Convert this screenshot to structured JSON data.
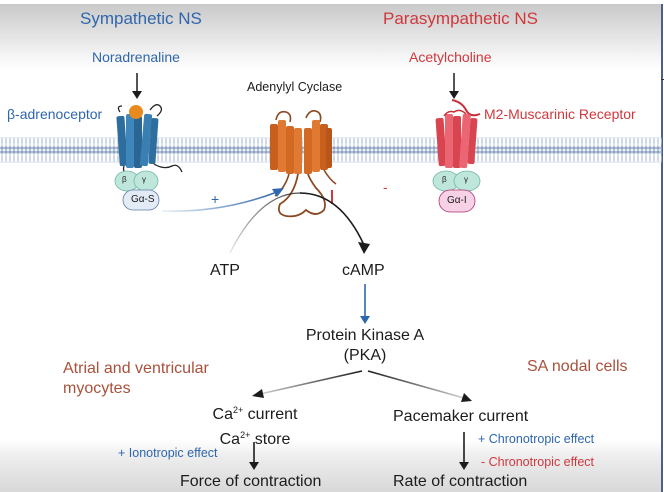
{
  "colors": {
    "sympathetic": "#2f66ad",
    "parasympathetic": "#d0383c",
    "cell_type": "#a9513b",
    "text": "#1c1c1c",
    "beta_receptor": "#2e6e9e",
    "adenylyl_cyclase": "#d9702a",
    "m2_receptor": "#e0555f",
    "g_protein_beta_gamma": "#bfe6da",
    "g_alpha_s": "#e3ebf7",
    "g_alpha_i": "#f7d2e6"
  },
  "header": {
    "sympathetic": "Sympathetic NS",
    "parasympathetic": "Parasympathetic NS"
  },
  "ligands": {
    "noradrenaline": "Noradrenaline",
    "acetylcholine": "Acetylcholine"
  },
  "receptors": {
    "beta": "β-adrenoceptor",
    "adenylyl_cyclase": "Adenylyl Cyclase",
    "m2": "M2-Muscarinic Receptor"
  },
  "g_proteins": {
    "beta": "β",
    "gamma": "γ",
    "alpha_s": "Gα-S",
    "alpha_i": "Gα-I"
  },
  "signs": {
    "stimulate": "+",
    "inhibit": "-"
  },
  "pathway": {
    "atp": "ATP",
    "camp": "cAMP",
    "pka_line1": "Protein Kinase A",
    "pka_line2": "(PKA)"
  },
  "left_branch": {
    "cell_type_line1": "Atrial and ventricular",
    "cell_type_line2": "myocytes",
    "ca_prefix": "Ca",
    "ca_sup": "2+",
    "ca_current": " current",
    "ca_store": " store",
    "effect": "+ Ionotropic effect",
    "outcome": "Force of contraction"
  },
  "right_branch": {
    "cell_type": "SA nodal cells",
    "target": "Pacemaker current",
    "effect_positive": "+ Chronotropic effect",
    "effect_negative": "- Chronotropic effect",
    "outcome": "Rate of contraction"
  }
}
